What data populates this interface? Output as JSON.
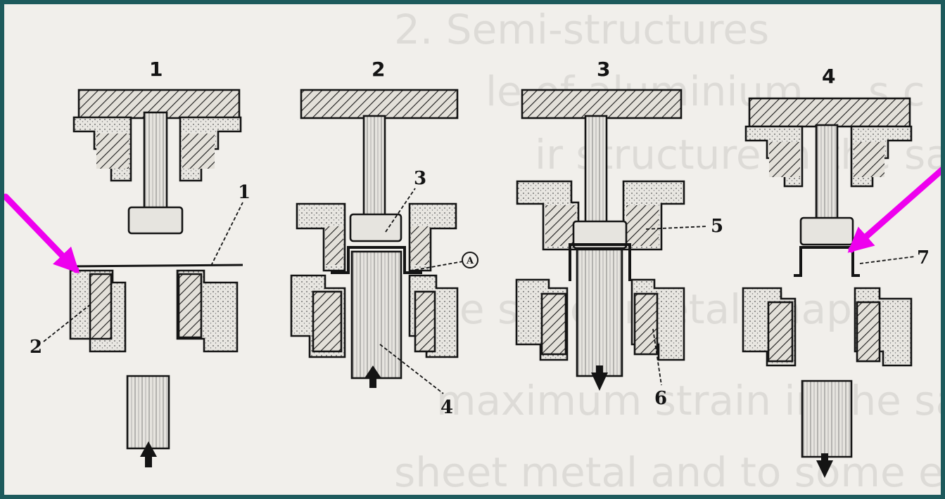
{
  "stages": [
    "1",
    "2",
    "3",
    "4"
  ],
  "part_labels": {
    "strip": "1",
    "die": "2",
    "punch_head": "3",
    "ejector": "4",
    "stripper": "5",
    "die_ring": "6",
    "cup": "7",
    "mark": "A"
  },
  "background_text": [
    "2. Semi-structures",
    "le of aluminium ... s c",
    "ir structure in the sam",
    "ble sheet metal shaping",
    "maximum strain in the sa",
    "sheet metal and to some extent"
  ],
  "colors": {
    "frame": "#1d5a5c",
    "paper": "#f1efeb",
    "ink": "#141414",
    "highlight_arrow": "#ee00ee"
  }
}
